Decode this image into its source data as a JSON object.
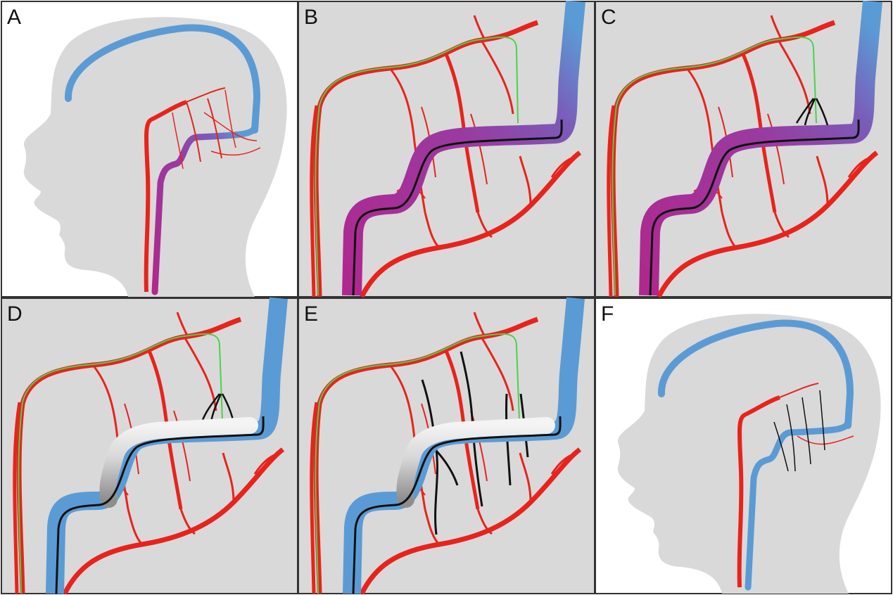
{
  "panels": [
    {
      "id": "A",
      "label": "A"
    },
    {
      "id": "B",
      "label": "B"
    },
    {
      "id": "C",
      "label": "C"
    },
    {
      "id": "D",
      "label": "D"
    },
    {
      "id": "E",
      "label": "E"
    },
    {
      "id": "F",
      "label": "F"
    }
  ],
  "colors": {
    "artery": "#e8231c",
    "vein_blue": "#5b9bd5",
    "vein_purple": "#8a4fa8",
    "vein_magenta": "#b0278f",
    "guidewire_green": "#4bd14b",
    "catheter_black": "#111111",
    "background_head": "#d9d9d9",
    "border": "#333333",
    "balloon_silver": "#c8c8c8"
  },
  "icons": [
    "head-silhouette",
    "artery",
    "vein",
    "microcatheter",
    "balloon-catheter"
  ]
}
